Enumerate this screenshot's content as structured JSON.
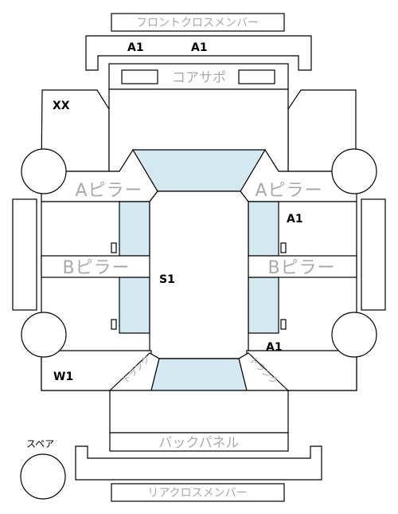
{
  "labels": {
    "front_cross_member": "フロントクロスメンバー",
    "core_support": "コアサポ",
    "a_pillar": "Aピラー",
    "b_pillar": "Bピラー",
    "back_panel": "バックパネル",
    "rear_cross_member": "リアクロスメンバー",
    "spare": "スペア",
    "trunk": "トランク"
  },
  "damage_codes": {
    "front_member_left": "A1",
    "front_member_right": "A1",
    "front_left": "XX",
    "right_side": "A1",
    "floor": "S1",
    "rear_right": "A1",
    "rear_left": "W1"
  },
  "colors": {
    "glass": "#d4e8ef",
    "line": "#000000",
    "label_gray": "#a9a9a9"
  }
}
